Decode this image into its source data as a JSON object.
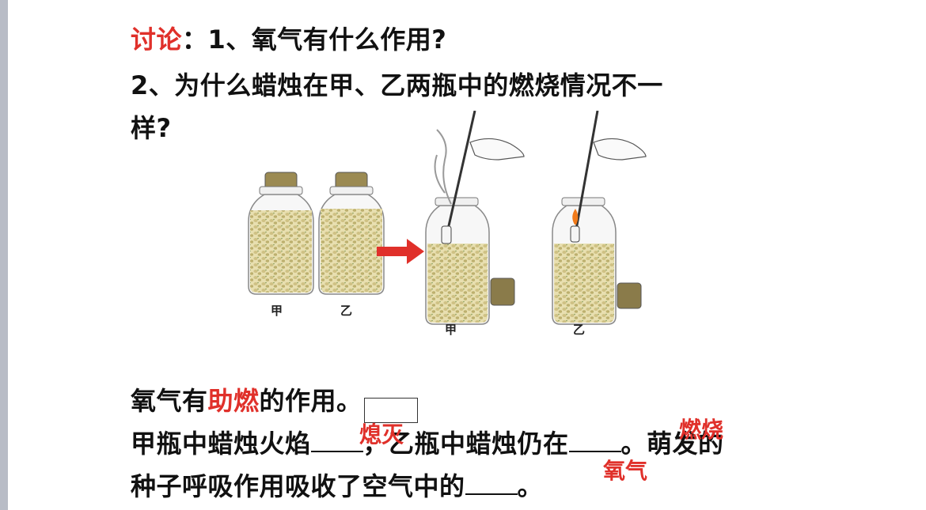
{
  "heading": {
    "label": "讨论",
    "colon": "：",
    "q1": "1、氧气有什么作用?",
    "q2_line1": "2、为什么蜡烛在甲、乙两瓶中的燃烧情况不一",
    "q2_line2": "样?"
  },
  "figure": {
    "labels": [
      "甲",
      "乙",
      "甲",
      "乙"
    ]
  },
  "answers": {
    "line1_pre": "氧气有",
    "line1_answer": "助燃",
    "line1_post": "的作用。",
    "line2_a": "甲瓶中蜡烛火焰",
    "line2_answer1": "熄灭",
    "line2_b": "，乙瓶中蜡烛仍在",
    "line2_answer2": "燃烧",
    "line2_c": "。萌发的",
    "line3_a": "种子呼吸作用吸收了空气中的",
    "line3_answer": "氧气",
    "line3_c": "。"
  },
  "colors": {
    "accent_red": "#e0302a",
    "seed": "#d9cf9a",
    "cork": "#8a7b4a"
  }
}
